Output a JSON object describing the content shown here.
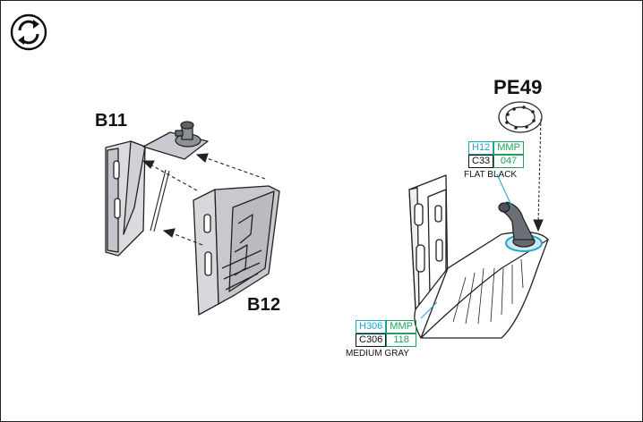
{
  "icon": {
    "name": "rotate-icon"
  },
  "labels": {
    "b11": "B11",
    "b12": "B12",
    "pe49": "PE49"
  },
  "paint_flat_black": {
    "h_code": "H12",
    "mmp_label": "MMP",
    "c_code": "C33",
    "mmp_code": "047",
    "name": "FLAT BLACK"
  },
  "paint_medium_gray": {
    "h_code": "H306",
    "mmp_label": "MMP",
    "c_code": "C306",
    "mmp_code": "118",
    "name": "MEDIUM GRAY"
  },
  "colors": {
    "cyan": "#19a6c9",
    "green": "#21a05a",
    "part_gray": "#c9cbd0"
  }
}
